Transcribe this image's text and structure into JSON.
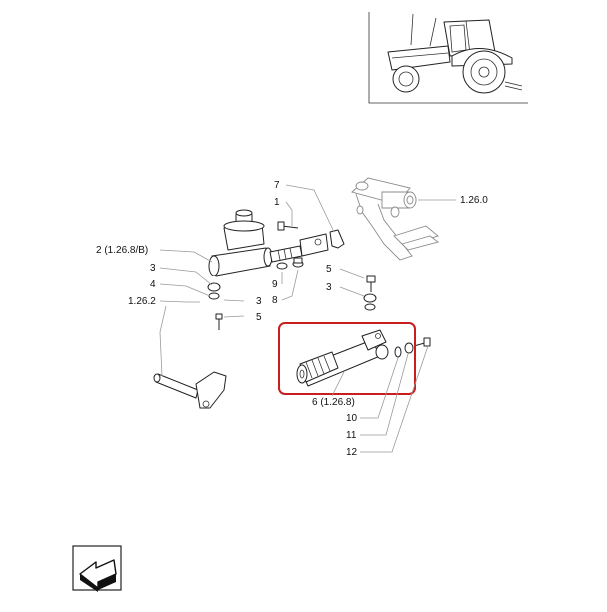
{
  "callouts": {
    "c7": "7",
    "c1": "1",
    "c2": "2 (1.26.8/B)",
    "c3a": "3",
    "c4": "4",
    "c1262": "1.26.2",
    "c3b": "3",
    "c5a": "5",
    "c9": "9",
    "c8": "8",
    "c5b": "5",
    "c3c": "3",
    "c1260": "1.26.0",
    "c6": "6 (1.26.8)",
    "c10": "10",
    "c11": "11",
    "c12": "12"
  },
  "colors": {
    "highlight": "#c81e1e",
    "ink": "#222222",
    "leader": "#9a9a9a"
  },
  "icons": {
    "tractor_thumbnail": "tractor-icon",
    "navigation": "back-arrow-icon"
  }
}
